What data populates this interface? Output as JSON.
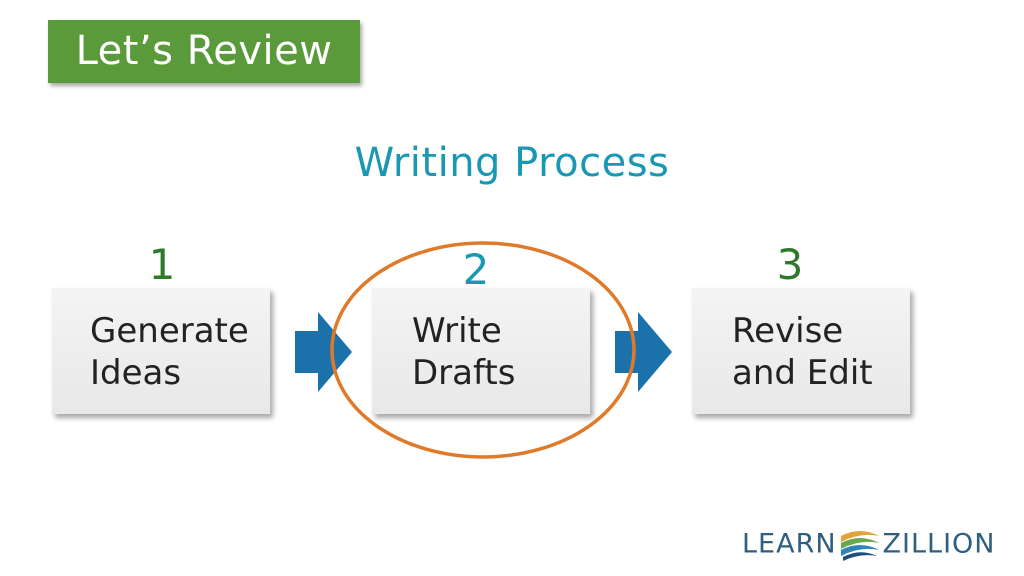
{
  "header": {
    "badge_label": "Let’s Review"
  },
  "diagram": {
    "title": "Writing Process",
    "steps": [
      {
        "number": "1",
        "line1": "Generate",
        "line2": "Ideas"
      },
      {
        "number": "2",
        "line1": "Write",
        "line2": "Drafts"
      },
      {
        "number": "3",
        "line1": "Revise",
        "line2": "and Edit"
      }
    ],
    "highlighted_step": 2
  },
  "colors": {
    "badge_bg": "#5b9a3a",
    "title": "#1a97b3",
    "step_number_1": "#2e7a2a",
    "step_number_2": "#1a97b3",
    "step_number_3": "#2e7a2a",
    "arrow": "#1b72aa",
    "highlight_circle": "#e07a2b"
  },
  "logo": {
    "left_text": "LEARN",
    "right_text": "ZILLION",
    "mark_icon": "learnzillion-swirl-icon"
  }
}
